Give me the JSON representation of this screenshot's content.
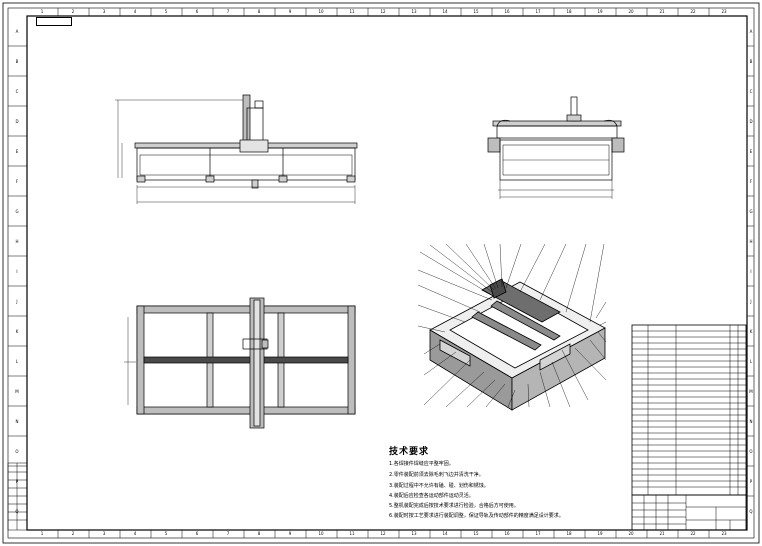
{
  "drawing": {
    "stamp_label": "",
    "zone_numbers_top": [
      "1",
      "2",
      "3",
      "4",
      "5",
      "6",
      "7",
      "8",
      "9",
      "10",
      "11",
      "12",
      "13",
      "14",
      "15",
      "16",
      "17",
      "18",
      "19",
      "20",
      "21",
      "22",
      "23"
    ],
    "zone_letters_side": [
      "A",
      "B",
      "C",
      "D",
      "E",
      "F",
      "G",
      "H",
      "I",
      "J",
      "K",
      "L",
      "M",
      "N",
      "O",
      "P",
      "Q"
    ]
  },
  "technical_requirements": {
    "title": "技术要求",
    "items": [
      "1.各焊接件焊缝应平整牢固。",
      "2.零件装配前须去除毛刺飞边并清洗干净。",
      "3.装配过程中不允许有磕、碰、划伤和锈蚀。",
      "4.装配后应检查各运动部件运动灵活。",
      "5.整机装配完成后按技术要求进行检验，合格后方可使用。",
      "6.装配时按工艺要求进行装配调整，保证导轨及传动部件的精度满足设计要求。"
    ]
  }
}
